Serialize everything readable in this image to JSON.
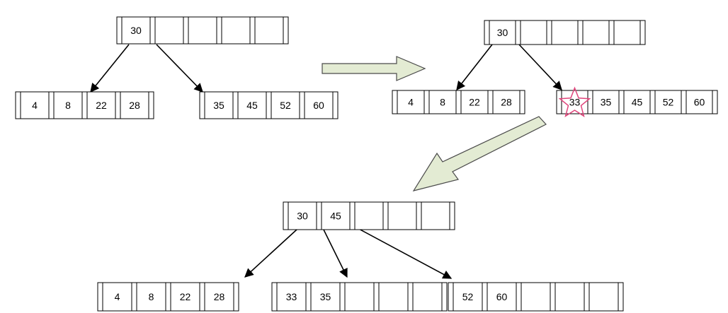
{
  "stages": [
    {
      "id": "before",
      "root": [
        "30",
        "",
        "",
        "",
        ""
      ],
      "leaves": [
        [
          "4",
          "8",
          "22",
          "28"
        ],
        [
          "35",
          "45",
          "52",
          "60"
        ]
      ]
    },
    {
      "id": "overflow",
      "root": [
        "30",
        "",
        "",
        "",
        ""
      ],
      "leaves": [
        [
          "4",
          "8",
          "22",
          "28"
        ],
        [
          "33",
          "35",
          "45",
          "52",
          "60"
        ]
      ],
      "highlighted_key": "33"
    },
    {
      "id": "after-split",
      "root": [
        "30",
        "45",
        "",
        "",
        ""
      ],
      "leaves": [
        [
          "4",
          "8",
          "22",
          "28"
        ],
        [
          "33",
          "35",
          "",
          "",
          ""
        ],
        [
          "52",
          "60",
          "",
          "",
          ""
        ]
      ]
    }
  ],
  "colors": {
    "arrow_fill": "#e3ebd3",
    "star": "#e0457b"
  }
}
